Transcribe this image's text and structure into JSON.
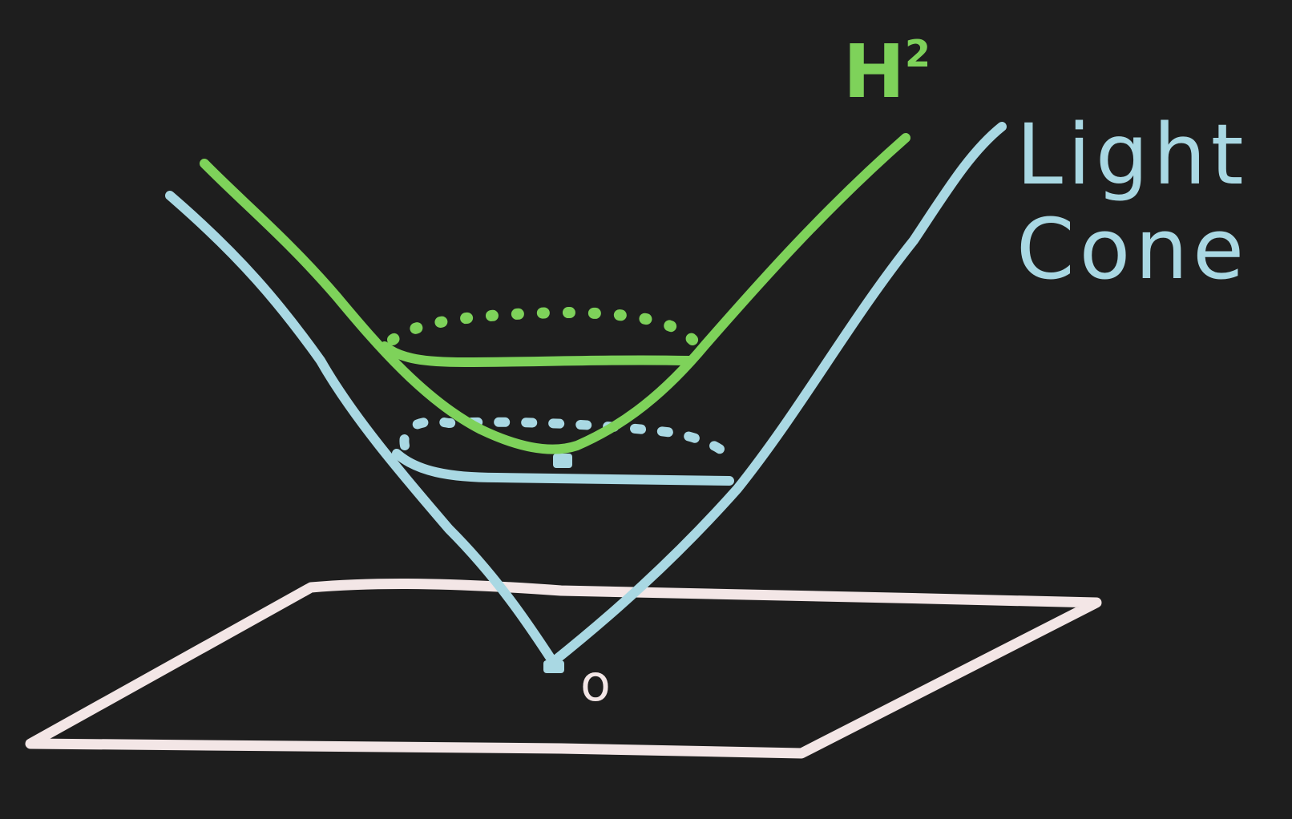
{
  "labels": {
    "hyperboloid_main": "H",
    "hyperboloid_superscript": "2",
    "light_cone_line1": "Light",
    "light_cone_line2": "Cone",
    "origin": "o"
  },
  "colors": {
    "background": "#1e1e1e",
    "light_cone": "#a9d8e3",
    "hyperboloid": "#7ed25a",
    "plane": "#f3e6e6"
  }
}
